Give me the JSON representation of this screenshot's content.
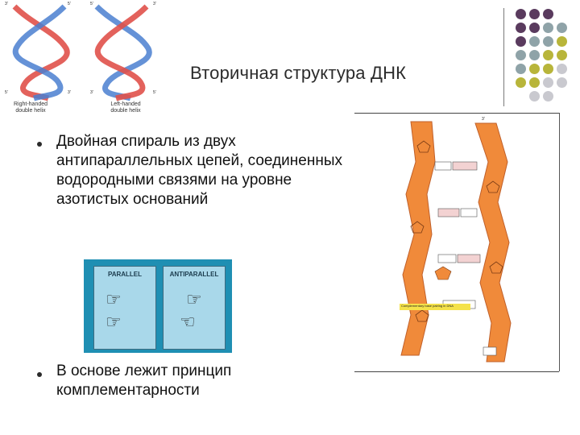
{
  "slide": {
    "title": "Вторичная структура ДНК",
    "bullets": [
      "Двойная спираль из двух антипараллельных цепей, соединенных водородными связями на уровне азотистых оснований",
      "В основе лежит принцип комплементарности"
    ]
  },
  "helix_figure": {
    "right": {
      "caption_line1": "Right-handed",
      "caption_line2": "double helix",
      "top_left": "3'",
      "top_right": "5'",
      "bottom_left": "5'",
      "bottom_right": "3'"
    },
    "left": {
      "caption_line1": "Left-handed",
      "caption_line2": "double helix",
      "top_left": "5'",
      "top_right": "3'",
      "bottom_left": "3'",
      "bottom_right": "5'"
    }
  },
  "parallel_figure": {
    "parallel_label": "PARALLEL",
    "antiparallel_label": "ANTIPARALLEL"
  },
  "dna_figure": {
    "top_label": "3'",
    "caption": "Complementary base pairing in DNA"
  },
  "colors": {
    "purple": "#5a3b5e",
    "gray": "#8fa3a8",
    "olive": "#b8b53a",
    "light": "#c9c9cf",
    "orange": "#f08a3a",
    "blue": "#1f8fb3"
  }
}
